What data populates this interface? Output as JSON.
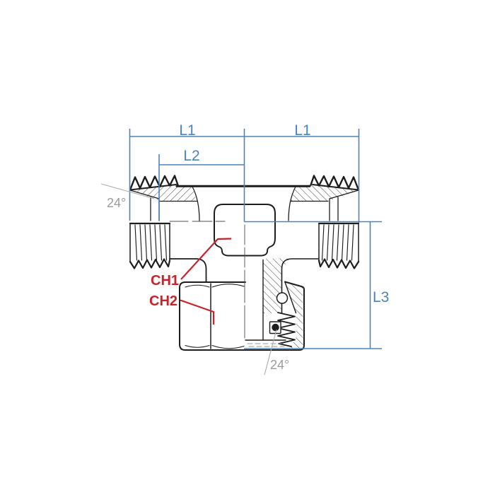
{
  "drawing": {
    "kind": "hydraulic-tee-fitting-cross-section",
    "dimension_labels": {
      "l1_left": "L1",
      "l1_right": "L1",
      "l2": "L2",
      "l3": "L3"
    },
    "callout_labels": {
      "ch1": "CH1",
      "ch2": "CH2"
    },
    "angle_labels": {
      "cone_top_left": "24°",
      "cone_bottom": "24°"
    },
    "colors": {
      "dimension_blue": "#4a84c0",
      "callout_red": "#c8222b",
      "angle_gray": "#9b9b9b",
      "linework_black": "#1d1d1b"
    }
  }
}
